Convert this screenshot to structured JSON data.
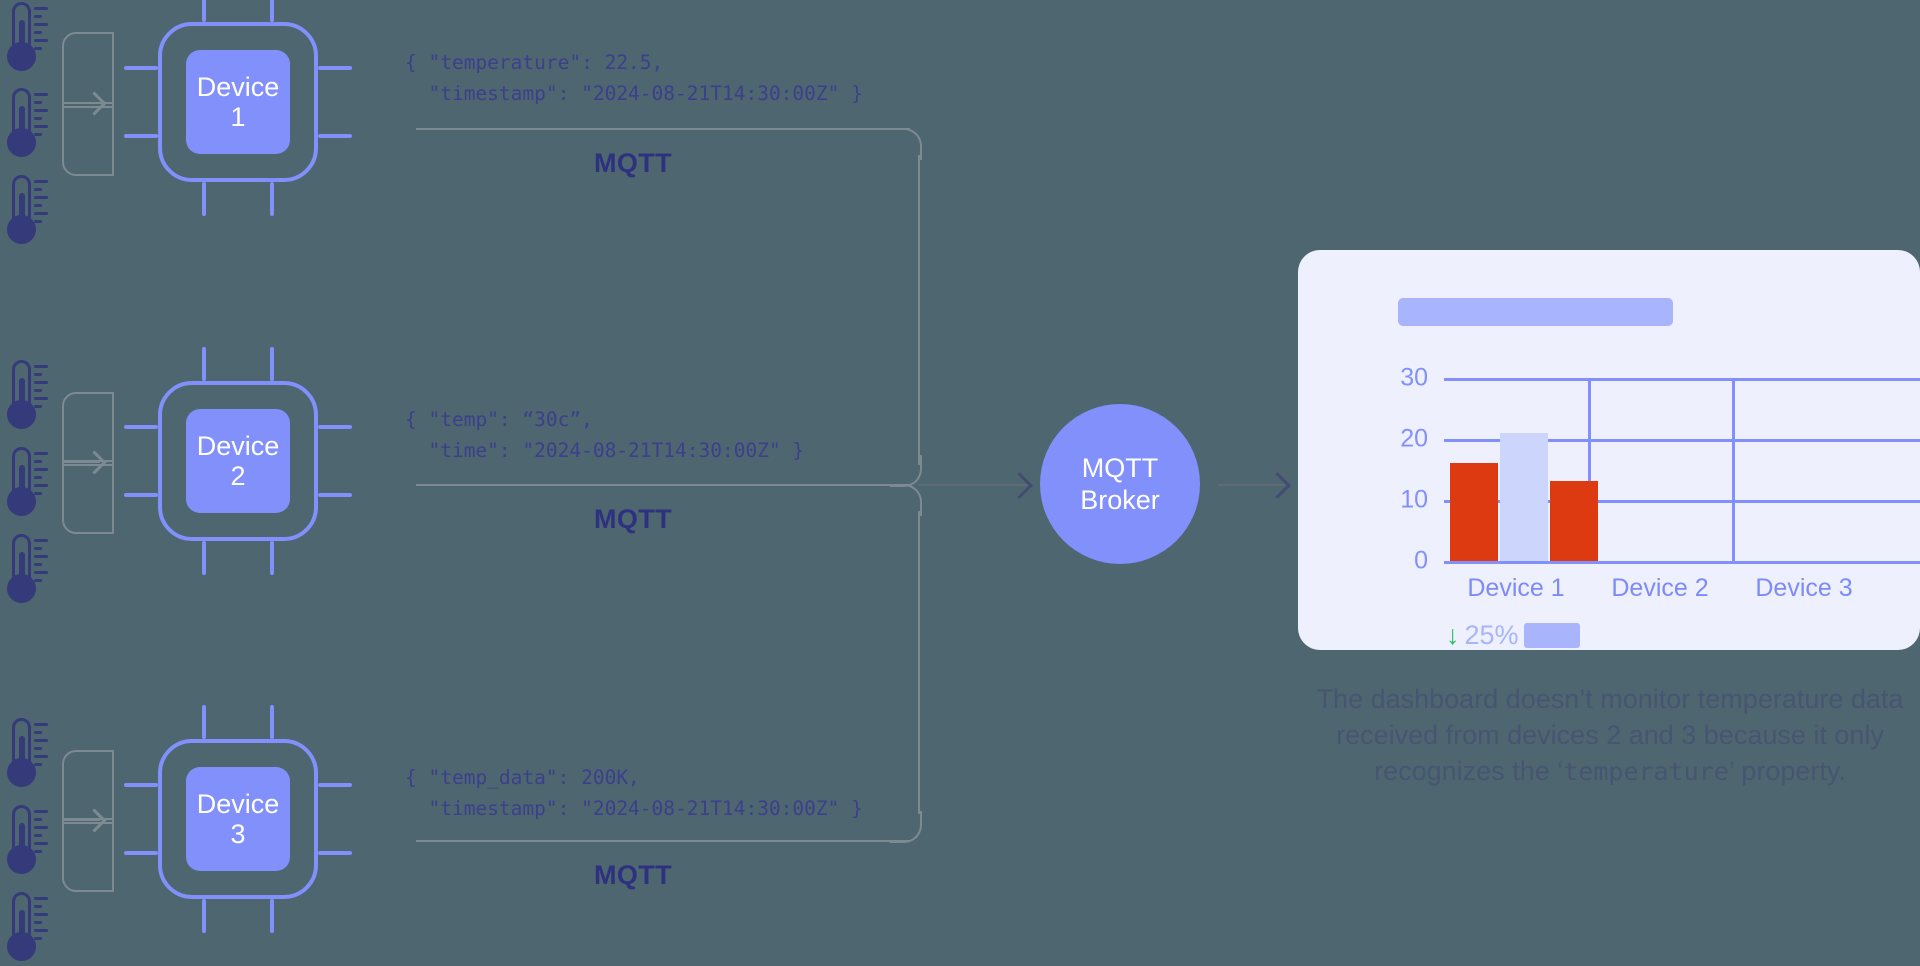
{
  "theme": {
    "background": "#4d6670",
    "accent_periwinkle": "#8290fb",
    "accent_navy": "#343a7a",
    "connector_gray": "#7d8a92",
    "card_background": "#eef1fd",
    "bar_red": "#dd3a12",
    "bar_light": "#ccd5fc",
    "down_green": "#2ec163"
  },
  "sensors": {
    "icon": "thermometer-icon",
    "groups": [
      {
        "count": 3,
        "device": "Device 1"
      },
      {
        "count": 3,
        "device": "Device 2"
      },
      {
        "count": 3,
        "device": "Device 3"
      }
    ]
  },
  "devices": [
    {
      "id": "device-1",
      "label_line1": "Device",
      "label_line2": "1",
      "payload_line1": "{ \"temperature\": 22.5,",
      "payload_line2": "  \"timestamp\": \"2024-08-21T14:30:00Z\" }",
      "protocol": "MQTT"
    },
    {
      "id": "device-2",
      "label_line1": "Device",
      "label_line2": "2",
      "payload_line1": "{ \"temp\": “30c”,",
      "payload_line2": "  \"time\": \"2024-08-21T14:30:00Z\" }",
      "protocol": "MQTT"
    },
    {
      "id": "device-3",
      "label_line1": "Device",
      "label_line2": "3",
      "payload_line1": "{ \"temp_data\": 200K,",
      "payload_line2": "  \"timestamp\": \"2024-08-21T14:30:00Z\" }",
      "protocol": "MQTT"
    }
  ],
  "broker": {
    "line1": "MQTT",
    "line2": "Broker"
  },
  "dashboard": {
    "title_placeholder": "",
    "footer": {
      "trend_arrow": "↓",
      "trend_value": "25%",
      "legend_placeholder": ""
    }
  },
  "chart_data": {
    "type": "bar",
    "title": "",
    "xlabel": "",
    "ylabel": "",
    "categories": [
      "Device 1",
      "Device 2",
      "Device 3"
    ],
    "ylim": [
      0,
      30
    ],
    "yticks": [
      30,
      20,
      10,
      0
    ],
    "grid": true,
    "legend": "none",
    "series": [
      {
        "name": "series-1",
        "color": "#dd3a12",
        "values": [
          16,
          null,
          null
        ]
      },
      {
        "name": "series-2",
        "color": "#ccd5fc",
        "values": [
          21,
          null,
          null
        ]
      },
      {
        "name": "series-3",
        "color": "#dd3a12",
        "values": [
          13,
          null,
          null
        ]
      }
    ]
  },
  "caption": {
    "part1": "The dashboard doesn’t monitor temperature data received from devices 2 and 3 because it only recognizes the ‘",
    "code": "temperature",
    "part2": "’ property."
  }
}
